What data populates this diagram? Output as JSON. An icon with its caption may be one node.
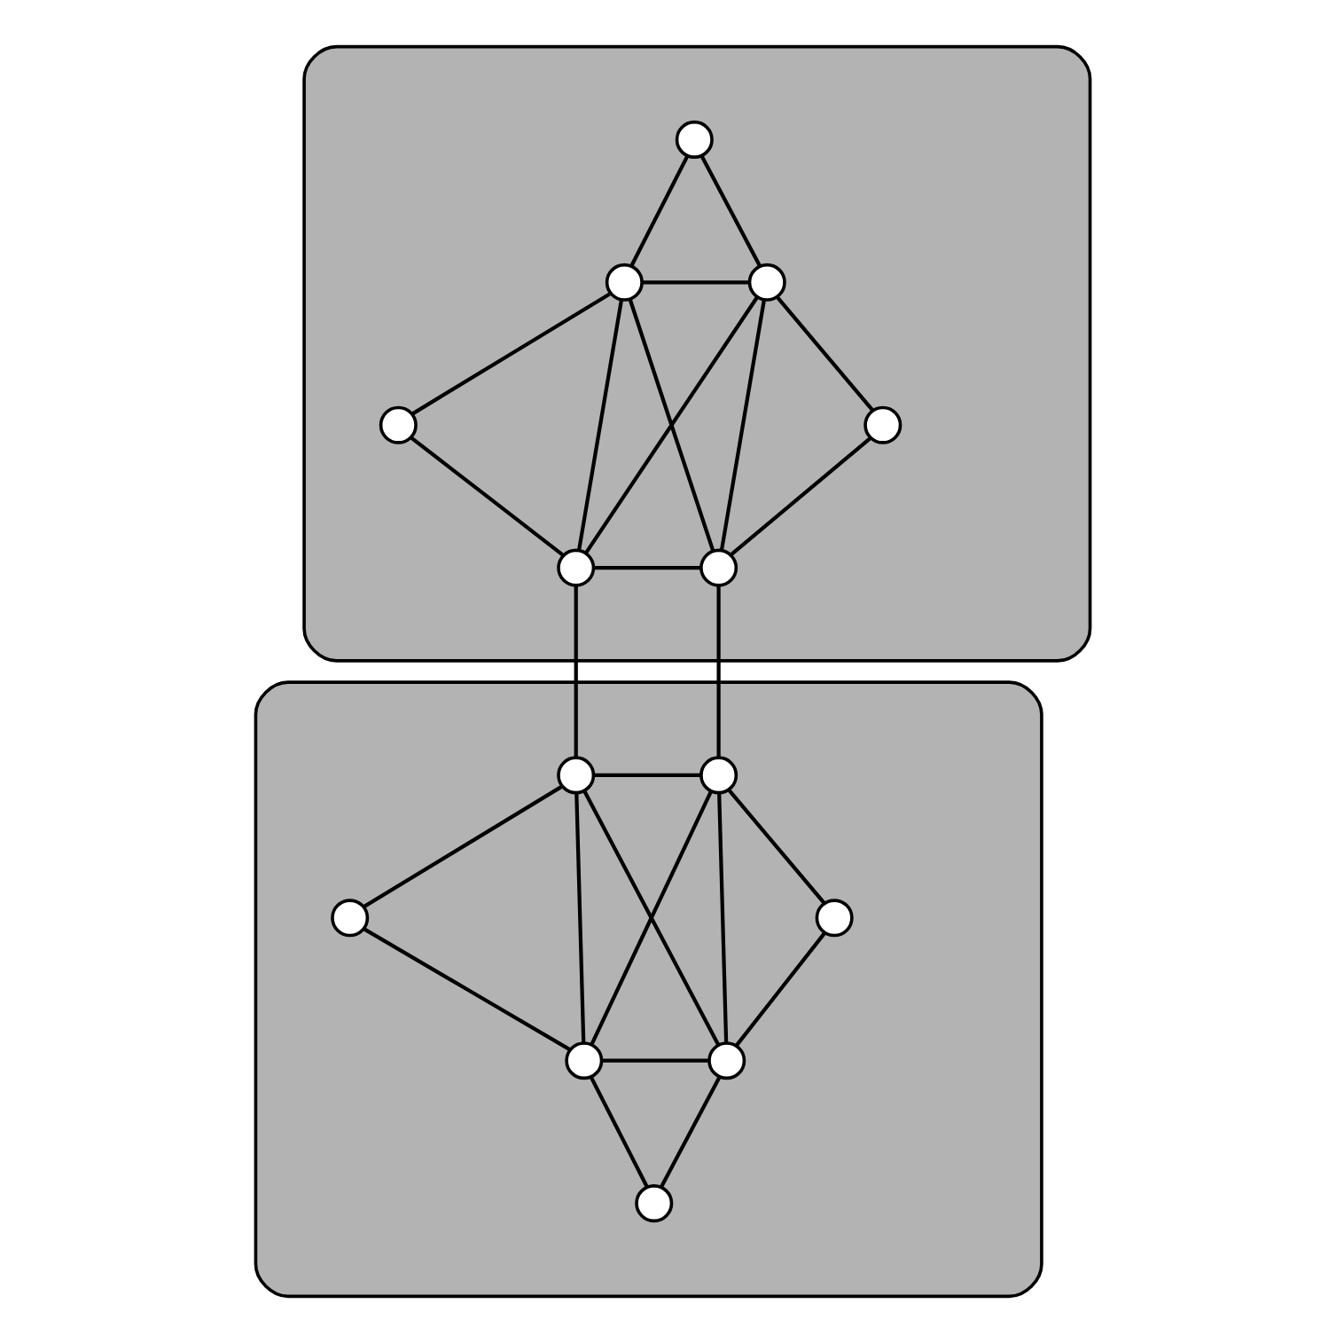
{
  "diagram": {
    "nodes": [
      {
        "text": [],
        "shape": "blob"
      },
      {
        "text": [],
        "shape": "circle",
        "in": 0
      },
      {
        "text": [],
        "shape": "circle",
        "in": 0
      },
      {
        "text": [],
        "shape": "circle",
        "in": 0
      },
      {
        "text": [],
        "shape": "circle",
        "in": 0
      },
      {
        "text": [],
        "shape": "circle",
        "in": 0
      },
      {
        "text": [],
        "shape": "circle",
        "in": 0
      },
      {
        "text": [],
        "shape": "circle",
        "in": 0
      },
      {
        "text": [],
        "shape": "blob"
      },
      {
        "text": [],
        "shape": "circle",
        "in": 8
      },
      {
        "text": [],
        "shape": "circle",
        "in": 8
      },
      {
        "text": [],
        "shape": "circle",
        "in": 8
      },
      {
        "text": [],
        "shape": "circle",
        "in": 8
      },
      {
        "text": [],
        "shape": "circle",
        "in": 8
      },
      {
        "text": [],
        "shape": "circle",
        "in": 8
      },
      {
        "text": [],
        "shape": "circle",
        "in": 8
      }
    ],
    "edges": [
      {
        "from": 1,
        "to": 2,
        "arrow": "none"
      },
      {
        "from": 1,
        "to": 3,
        "arrow": "none"
      },
      {
        "from": 2,
        "to": 3,
        "arrow": "none"
      },
      {
        "from": 2,
        "to": 4,
        "arrow": "none"
      },
      {
        "from": 3,
        "to": 5,
        "arrow": "none"
      },
      {
        "from": 2,
        "to": 6,
        "arrow": "none"
      },
      {
        "from": 2,
        "to": 7,
        "arrow": "none"
      },
      {
        "from": 3,
        "to": 6,
        "arrow": "none"
      },
      {
        "from": 3,
        "to": 7,
        "arrow": "none"
      },
      {
        "from": 4,
        "to": 6,
        "arrow": "none"
      },
      {
        "from": 5,
        "to": 7,
        "arrow": "none"
      },
      {
        "from": 6,
        "to": 7,
        "arrow": "none"
      },
      {
        "from": 6,
        "to": 9,
        "arrow": "none"
      },
      {
        "from": 7,
        "to": 10,
        "arrow": "none"
      },
      {
        "from": 9,
        "to": 10,
        "arrow": "none"
      },
      {
        "from": 9,
        "to": 11,
        "arrow": "none"
      },
      {
        "from": 10,
        "to": 12,
        "arrow": "none"
      },
      {
        "from": 9,
        "to": 13,
        "arrow": "none"
      },
      {
        "from": 9,
        "to": 14,
        "arrow": "none"
      },
      {
        "from": 10,
        "to": 13,
        "arrow": "none"
      },
      {
        "from": 10,
        "to": 14,
        "arrow": "none"
      },
      {
        "from": 11,
        "to": 13,
        "arrow": "none"
      },
      {
        "from": 12,
        "to": 14,
        "arrow": "none"
      },
      {
        "from": 13,
        "to": 14,
        "arrow": "none"
      },
      {
        "from": 13,
        "to": 15,
        "arrow": "none"
      },
      {
        "from": 14,
        "to": 15,
        "arrow": "none"
      }
    ]
  }
}
